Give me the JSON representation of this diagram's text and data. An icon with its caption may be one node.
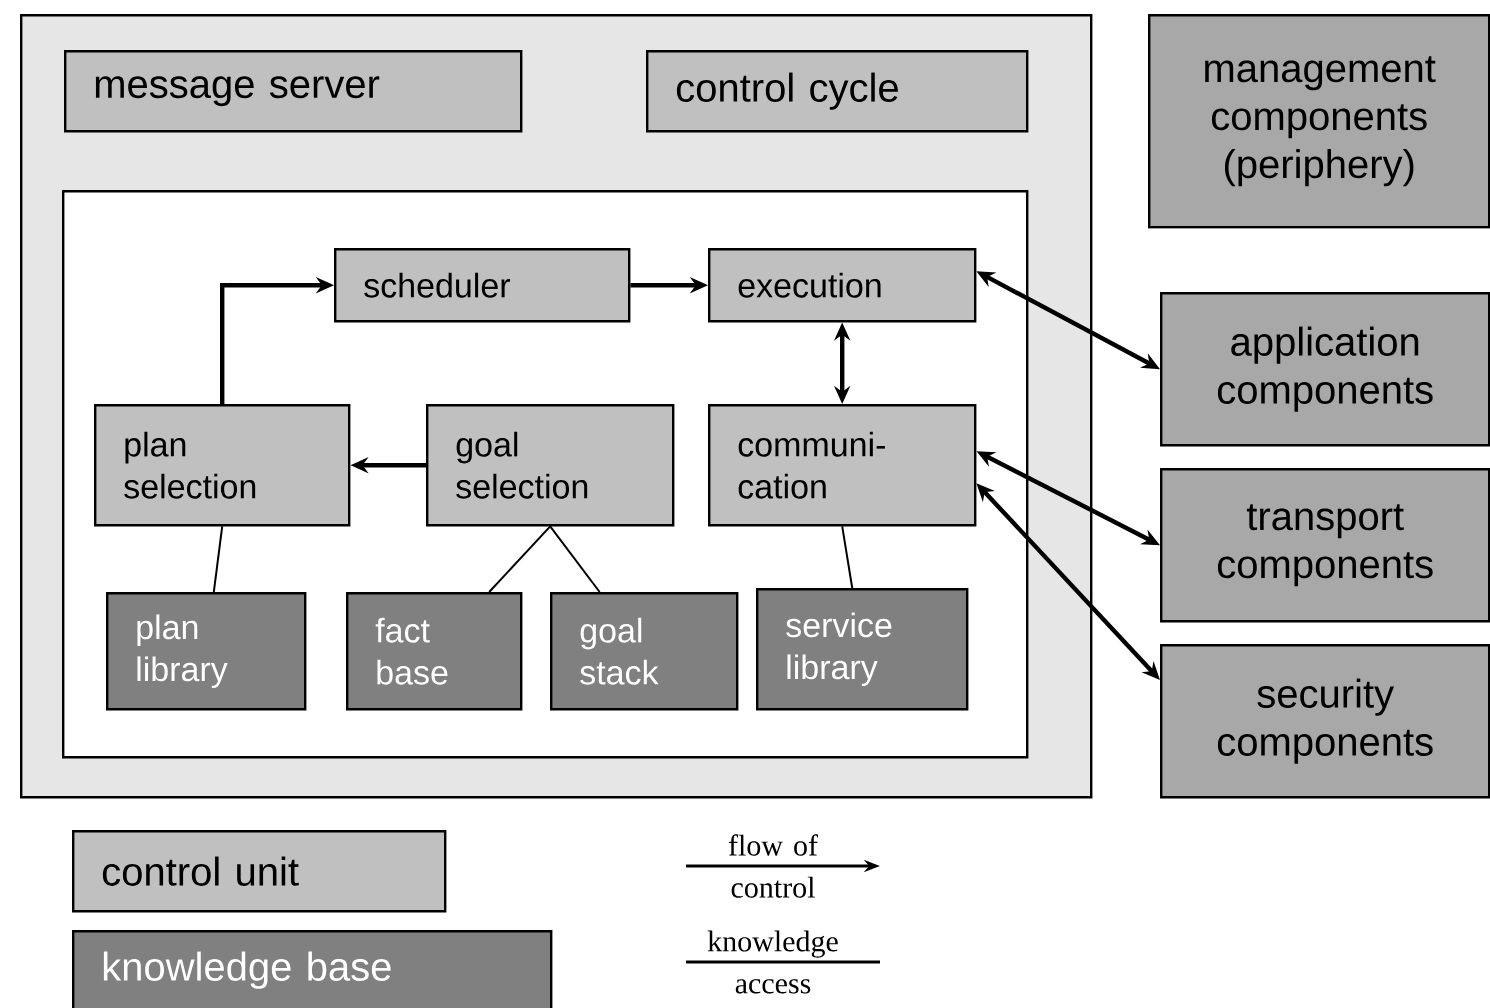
{
  "diagram": {
    "nodes": [
      {
        "text": [],
        "shape": "box"
      },
      {
        "text": [
          "message server"
        ],
        "in": 0
      },
      {
        "text": [
          "control cycle"
        ],
        "in": 0
      },
      {
        "text": [],
        "shape": "box",
        "in": 0
      },
      {
        "text": [
          "scheduler"
        ],
        "in": 3
      },
      {
        "text": [
          "execution"
        ],
        "in": 3
      },
      {
        "text": [
          "plan selection"
        ],
        "in": 3
      },
      {
        "text": [
          "goal selection"
        ],
        "in": 3
      },
      {
        "text": [
          "communi- cation"
        ],
        "in": 3
      },
      {
        "text": [
          "plan library"
        ],
        "in": 3
      },
      {
        "text": [
          "fact base"
        ],
        "in": 3
      },
      {
        "text": [
          "goal stack"
        ],
        "in": 3
      },
      {
        "text": [
          "service library"
        ],
        "in": 3
      },
      {
        "text": [
          "management components (periphery)"
        ]
      },
      {
        "text": [
          "application components"
        ]
      },
      {
        "text": [
          "transport components"
        ]
      },
      {
        "text": [
          "security components"
        ]
      }
    ],
    "edges": [
      {
        "from": 6,
        "to": 4,
        "arrow": "to"
      },
      {
        "from": 4,
        "to": 5,
        "arrow": "to"
      },
      {
        "from": 5,
        "to": 8,
        "arrow": "both"
      },
      {
        "from": 7,
        "to": 6,
        "arrow": "to"
      },
      {
        "from": 5,
        "to": 14,
        "arrow": "both"
      },
      {
        "from": 8,
        "to": 15,
        "arrow": "both"
      },
      {
        "from": 8,
        "to": 16,
        "arrow": "both"
      },
      {
        "from": 6,
        "to": 9,
        "arrow": "none"
      },
      {
        "from": 7,
        "to": 10,
        "arrow": "none"
      },
      {
        "from": 7,
        "to": 11,
        "arrow": "none"
      },
      {
        "from": 8,
        "to": 12,
        "arrow": "none"
      }
    ],
    "legend": [
      {
        "text": "control unit",
        "color": "#c0c0c0"
      },
      {
        "text": "knowledge base",
        "color": "#808080"
      },
      {
        "text": "flow of control"
      },
      {
        "text": "knowledge access"
      }
    ]
  }
}
